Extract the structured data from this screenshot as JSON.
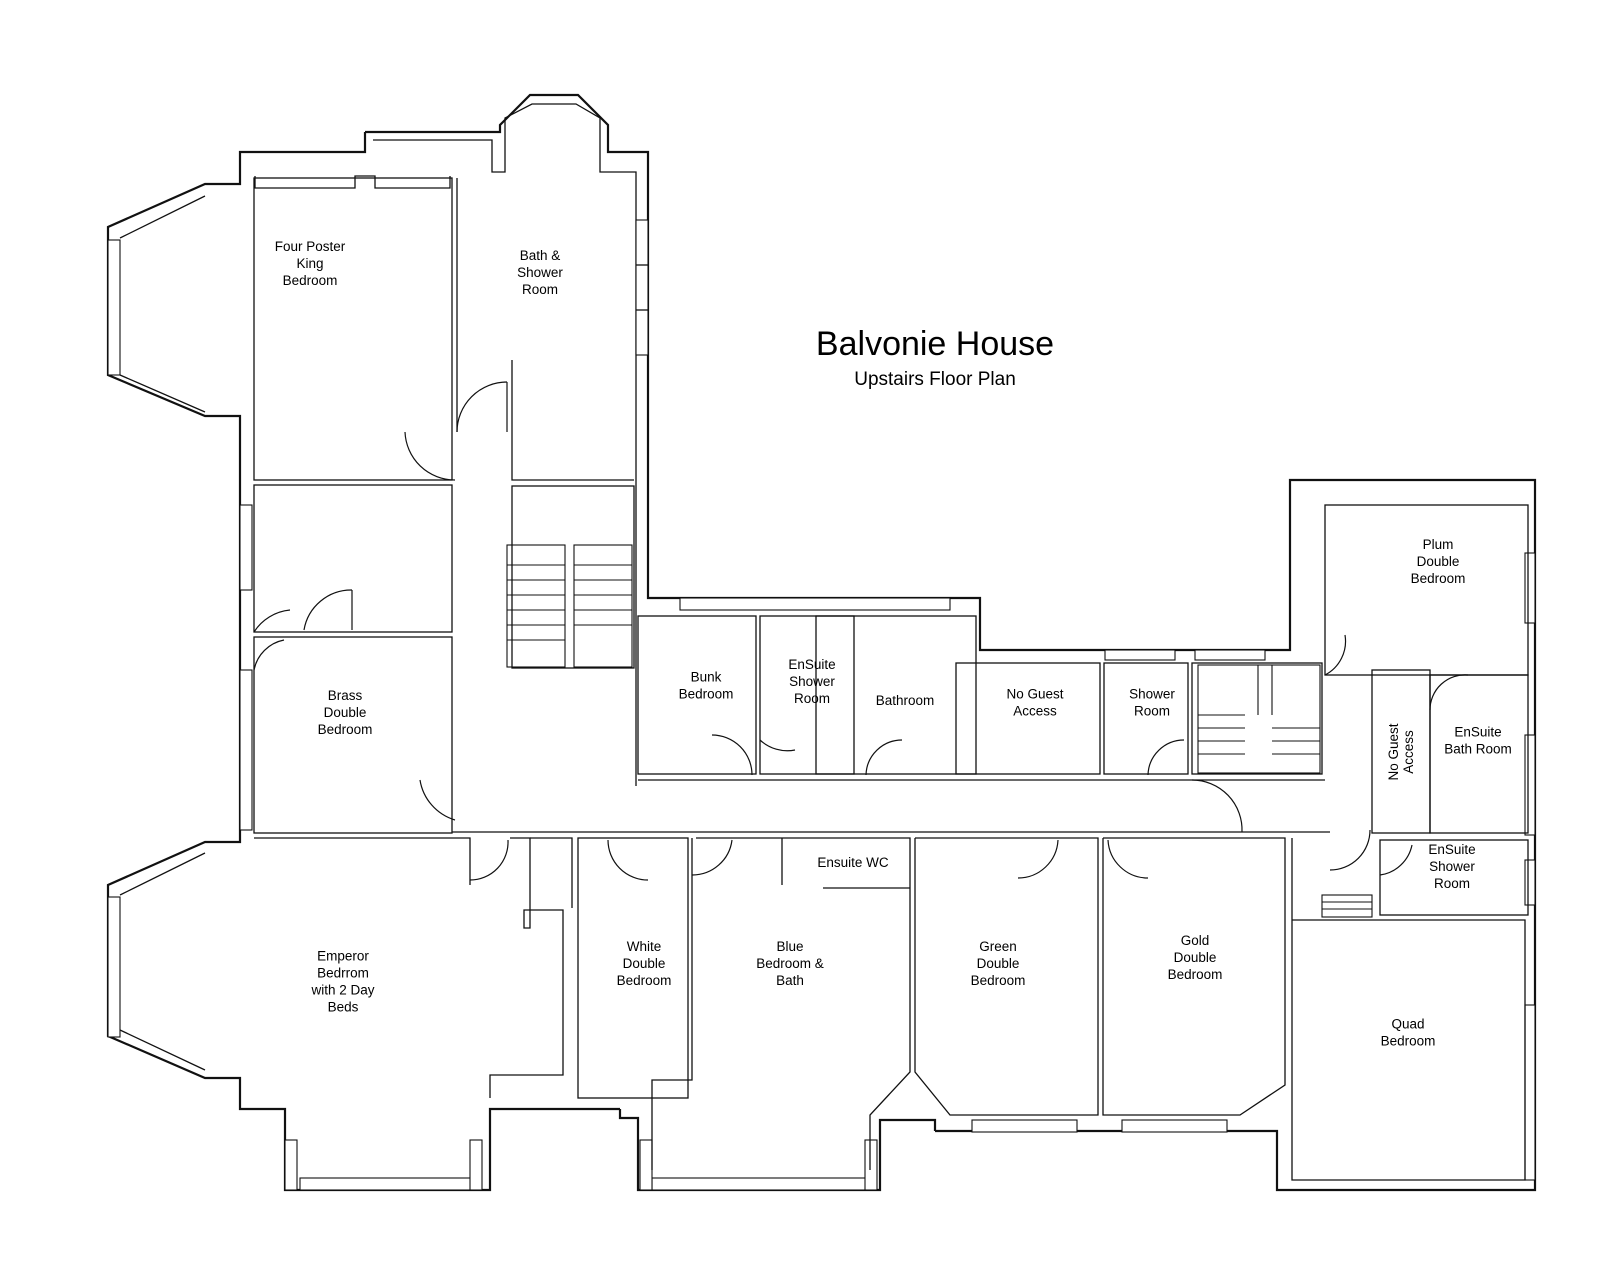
{
  "title": "Balvonie House",
  "subtitle": "Upstairs Floor Plan",
  "rooms": {
    "four_poster": [
      "Four Poster",
      "King",
      "Bedroom"
    ],
    "bath_shower": [
      "Bath &",
      "Shower",
      "Room"
    ],
    "brass": [
      "Brass",
      "Double",
      "Bedroom"
    ],
    "bunk": [
      "Bunk",
      "Bedroom"
    ],
    "ensuite_shower_1": [
      "EnSuite",
      "Shower",
      "Room"
    ],
    "bathroom": [
      "Bathroom"
    ],
    "no_guest_1": [
      "No Guest",
      "Access"
    ],
    "shower_room": [
      "Shower",
      "Room"
    ],
    "plum": [
      "Plum",
      "Double",
      "Bedroom"
    ],
    "ensuite_bath": [
      "EnSuite",
      "Bath Room"
    ],
    "no_guest_2": [
      "No Guest",
      "Access"
    ],
    "ensuite_shower_2": [
      "EnSuite",
      "Shower",
      "Room"
    ],
    "ensuite_wc": [
      "Ensuite WC"
    ],
    "emperor": [
      "Emperor",
      "Bedrrom",
      "with 2 Day",
      "Beds"
    ],
    "white": [
      "White",
      "Double",
      "Bedroom"
    ],
    "blue": [
      "Blue",
      "Bedroom &",
      "Bath"
    ],
    "green": [
      "Green",
      "Double",
      "Bedroom"
    ],
    "gold": [
      "Gold",
      "Double",
      "Bedroom"
    ],
    "quad": [
      "Quad",
      "Bedroom"
    ]
  }
}
